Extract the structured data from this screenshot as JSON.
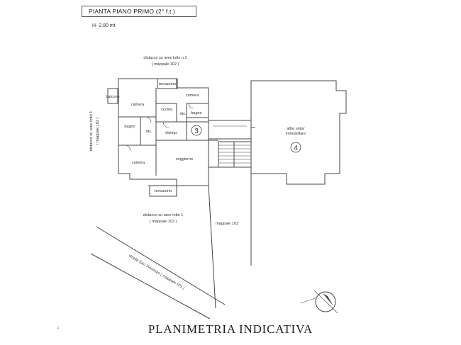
{
  "header": {
    "title": "PIANTA PIANO PRIMO (2° f.t.)",
    "height": "H- 2.80 mt"
  },
  "footer": {
    "title": "PLANIMETRIA INDICATIVA"
  },
  "rooms": {
    "terrazzino_top": "terrazzino",
    "balcone": "balcone",
    "camera_left": "camera",
    "camera_right": "camera",
    "cucina": "cucina",
    "dis_right": "dis.",
    "bagno_right": "bagno",
    "bagno_left": "bagno",
    "dis_left": "dis.",
    "disimp": "disimp.",
    "camera_bottom": "camera",
    "soggiorno": "soggiorno",
    "terrazzino_bottom": "terrazzino"
  },
  "unit_labels": {
    "unit3": "3",
    "unit4": "4",
    "altre_line1": "altre unita'",
    "altre_line2": "immobiliare"
  },
  "site_labels": {
    "top_line1": "distacco su aree lotto n.1",
    "top_line2": "( mappale 102 )",
    "left_line1": "distacco su aree lotto 1",
    "left_line2": "( mappale 102 )",
    "bottom_line1": "distacco su aree lotto 1",
    "bottom_line2": "( mappale 102 )",
    "mappale_103": "mappale 103",
    "strada": "strada San Vincenzo   ( mappale 101 )"
  },
  "watermark": "4"
}
